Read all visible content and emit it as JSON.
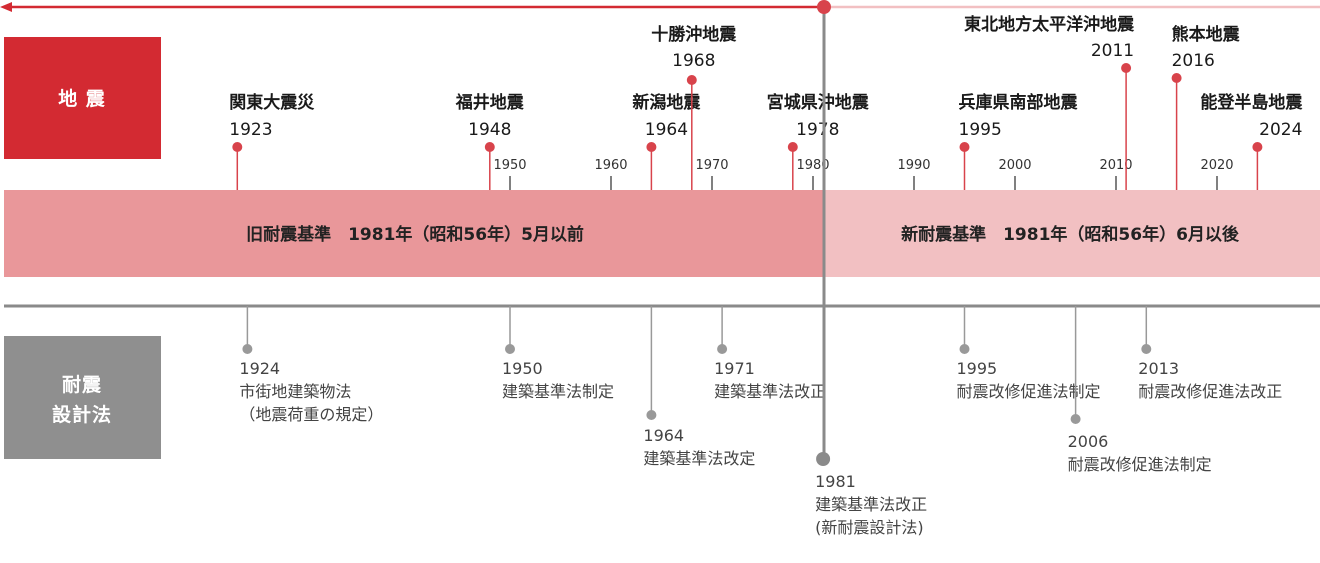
{
  "colors": {
    "red": "#d32a32",
    "pink_dark": "#e9979a",
    "pink_light": "#f2c0c2",
    "eq_marker": "#d8434b",
    "gray_box": "#8f8f8f",
    "law_marker": "#999999",
    "axis_gray": "#777777"
  },
  "categories": {
    "earthquake": "地 震",
    "law": [
      "耐震",
      "設計法"
    ]
  },
  "eras": {
    "old": "旧耐震基準　1981年（昭和56年）5月以前",
    "new": "新耐震基準　1981年（昭和56年）6月以後"
  },
  "ticks": [
    "1950",
    "1960",
    "1970",
    "1980",
    "1990",
    "2000",
    "2010",
    "2020"
  ],
  "earthquakes": [
    {
      "name": "関東大震災",
      "year": "1923"
    },
    {
      "name": "福井地震",
      "year": "1948"
    },
    {
      "name": "新潟地震",
      "year": "1964"
    },
    {
      "name": "十勝沖地震",
      "year": "1968"
    },
    {
      "name": "宮城県沖地震",
      "year": "1978"
    },
    {
      "name": "兵庫県南部地震",
      "year": "1995"
    },
    {
      "name": "東北地方太平洋沖地震",
      "year": "2011"
    },
    {
      "name": "熊本地震",
      "year": "2016"
    },
    {
      "name": "能登半島地震",
      "year": "2024"
    }
  ],
  "laws": [
    {
      "year": "1924",
      "lines": [
        "市街地建築物法",
        "（地震荷重の規定）"
      ]
    },
    {
      "year": "1950",
      "lines": [
        "建築基準法制定"
      ]
    },
    {
      "year": "1964",
      "lines": [
        "建築基準法改定"
      ]
    },
    {
      "year": "1971",
      "lines": [
        "建築基準法改正"
      ]
    },
    {
      "year": "1981",
      "lines": [
        "建築基準法改正",
        "(新耐震設計法)"
      ]
    },
    {
      "year": "1995",
      "lines": [
        "耐震改修促進法制定"
      ]
    },
    {
      "year": "2006",
      "lines": [
        "耐震改修促進法制定"
      ]
    },
    {
      "year": "2013",
      "lines": [
        "耐震改修促進法改正"
      ]
    }
  ]
}
